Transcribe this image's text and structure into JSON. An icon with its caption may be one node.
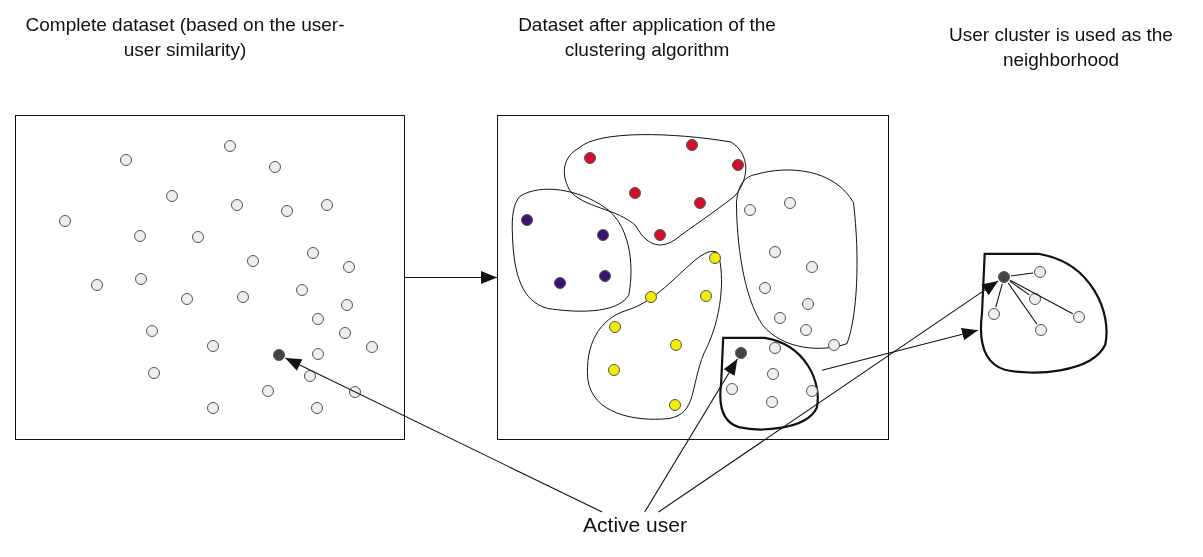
{
  "diagram": {
    "nodes": [
      {
        "text": [
          "Complete dataset (based on the user-user similarity)"
        ]
      },
      {
        "text": [],
        "shape": "circle",
        "in": 0
      },
      {
        "text": [
          "Dataset after application of the clustering algorithm"
        ]
      },
      {
        "text": [],
        "shape": "blob",
        "in": 2
      },
      {
        "text": [],
        "shape": "blob",
        "in": 2
      },
      {
        "text": [],
        "shape": "blob",
        "in": 2
      },
      {
        "text": [],
        "shape": "blob",
        "in": 2
      },
      {
        "text": [],
        "shape": "blob",
        "in": 2
      },
      {
        "text": [],
        "shape": "circle",
        "in": 7
      },
      {
        "text": [],
        "shape": "blob"
      },
      {
        "text": [],
        "shape": "circle",
        "in": 9
      },
      {
        "text": [],
        "shape": "circle",
        "in": 9
      },
      {
        "text": [],
        "shape": "circle",
        "in": 9
      },
      {
        "text": [],
        "shape": "circle",
        "in": 9
      },
      {
        "text": [],
        "shape": "circle",
        "in": 9
      },
      {
        "text": [],
        "shape": "circle",
        "in": 9
      },
      {
        "text": [
          "Active user"
        ]
      }
    ],
    "edges": [
      {
        "from": 0,
        "to": 2,
        "arrow": "to"
      },
      {
        "from": 7,
        "to": 9,
        "arrow": "to"
      },
      {
        "from": 16,
        "to": 1,
        "arrow": "to"
      },
      {
        "from": 16,
        "to": 8,
        "arrow": "to"
      },
      {
        "from": 16,
        "to": 10,
        "arrow": "to"
      },
      {
        "from": 10,
        "to": 11,
        "arrow": "none"
      },
      {
        "from": 10,
        "to": 12,
        "arrow": "none"
      },
      {
        "from": 10,
        "to": 13,
        "arrow": "none"
      },
      {
        "from": 10,
        "to": 14,
        "arrow": "none"
      },
      {
        "from": 10,
        "to": 15,
        "arrow": "none"
      }
    ],
    "labels": [
      "User cluster is used as the neighborhood"
    ]
  }
}
